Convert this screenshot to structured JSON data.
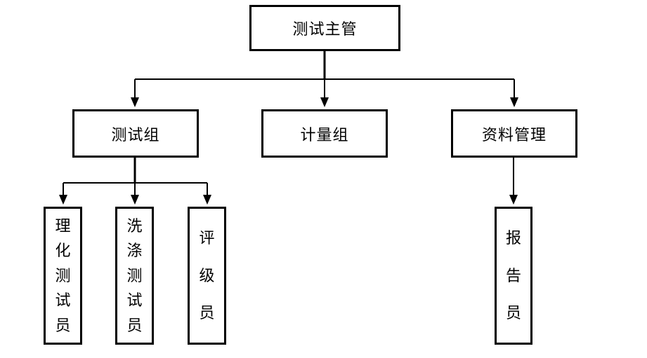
{
  "diagram": {
    "type": "org-chart",
    "colors": {
      "background": "#ffffff",
      "line": "#000000",
      "box_border": "#000000",
      "box_fill": "#ffffff",
      "text": "#000000"
    },
    "root": {
      "id": "test-supervisor",
      "label": "测试主管"
    },
    "level2": [
      {
        "id": "test-group",
        "label": "测试组",
        "parent": "test-supervisor"
      },
      {
        "id": "metrology-group",
        "label": "计量组",
        "parent": "test-supervisor"
      },
      {
        "id": "data-management",
        "label": "资料管理",
        "parent": "test-supervisor"
      }
    ],
    "leaves": [
      {
        "id": "physical-chemical-tester",
        "label": "理化测试员",
        "parent": "test-group",
        "text_orientation": "vertical"
      },
      {
        "id": "washing-tester",
        "label": "洗涤测试员",
        "parent": "test-group",
        "text_orientation": "vertical"
      },
      {
        "id": "grader",
        "label": "评级员",
        "parent": "test-group",
        "text_orientation": "vertical"
      },
      {
        "id": "reporter",
        "label": "报告员",
        "parent": "data-management",
        "text_orientation": "vertical"
      }
    ]
  }
}
